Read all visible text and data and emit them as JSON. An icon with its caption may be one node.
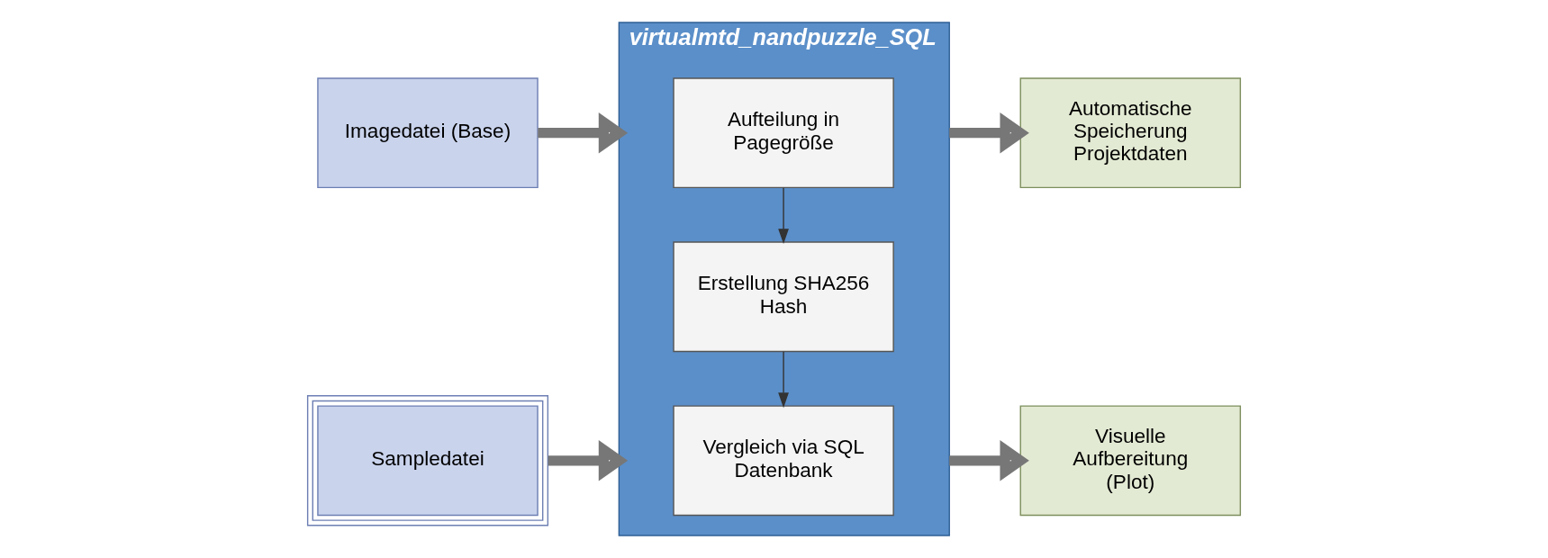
{
  "diagram": {
    "nodes": [
      {
        "text": [
          "Imagedatei (Base)"
        ]
      },
      {
        "text": [
          "Sampledatei"
        ]
      },
      {
        "text": [
          "virtualmtd_nandpuzzle_SQL"
        ]
      },
      {
        "text": [
          "Aufteilung in Pagegröße"
        ],
        "in": 2
      },
      {
        "text": [
          "Erstellung SHA256 Hash"
        ],
        "in": 2
      },
      {
        "text": [
          "Vergleich via SQL Datenbank"
        ],
        "in": 2
      },
      {
        "text": [
          "Automatische Speicherung Projektdaten"
        ]
      },
      {
        "text": [
          "Visuelle Aufbereitung (Plot)"
        ]
      }
    ],
    "edges": [
      {
        "from": 0,
        "to": 2,
        "arrow": "to"
      },
      {
        "from": 1,
        "to": 2,
        "arrow": "to"
      },
      {
        "from": 3,
        "to": 4,
        "arrow": "to"
      },
      {
        "from": 4,
        "to": 5,
        "arrow": "to"
      },
      {
        "from": 2,
        "to": 6,
        "arrow": "to"
      },
      {
        "from": 2,
        "to": 7,
        "arrow": "to"
      }
    ]
  }
}
